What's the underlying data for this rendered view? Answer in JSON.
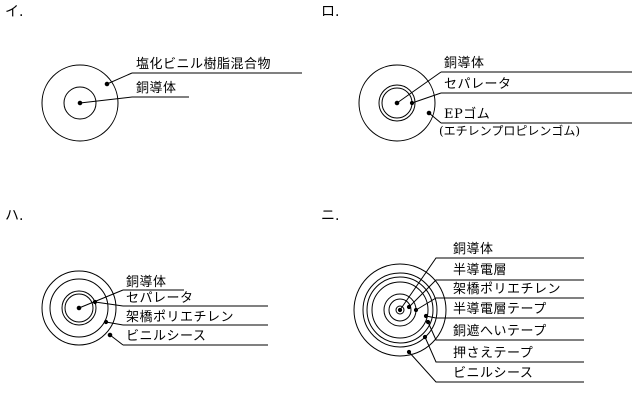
{
  "panels": {
    "i": {
      "marker": "イ.",
      "labels": [
        "塩化ビニル樹脂混合物",
        "銅導体"
      ]
    },
    "ro": {
      "marker": "ロ.",
      "labels": [
        "銅導体",
        "セパレータ",
        "EPゴム",
        "(エチレンプロピレンゴム)"
      ]
    },
    "ha": {
      "marker": "ハ.",
      "labels": [
        "銅導体",
        "セパレータ",
        "架橋ポリエチレン",
        "ビニルシース"
      ]
    },
    "ni": {
      "marker": "ニ.",
      "labels": [
        "銅導体",
        "半導電層",
        "架橋ポリエチレン",
        "半導電層テープ",
        "銅遮へいテープ",
        "押さえテープ",
        "ビニルシース"
      ]
    }
  }
}
